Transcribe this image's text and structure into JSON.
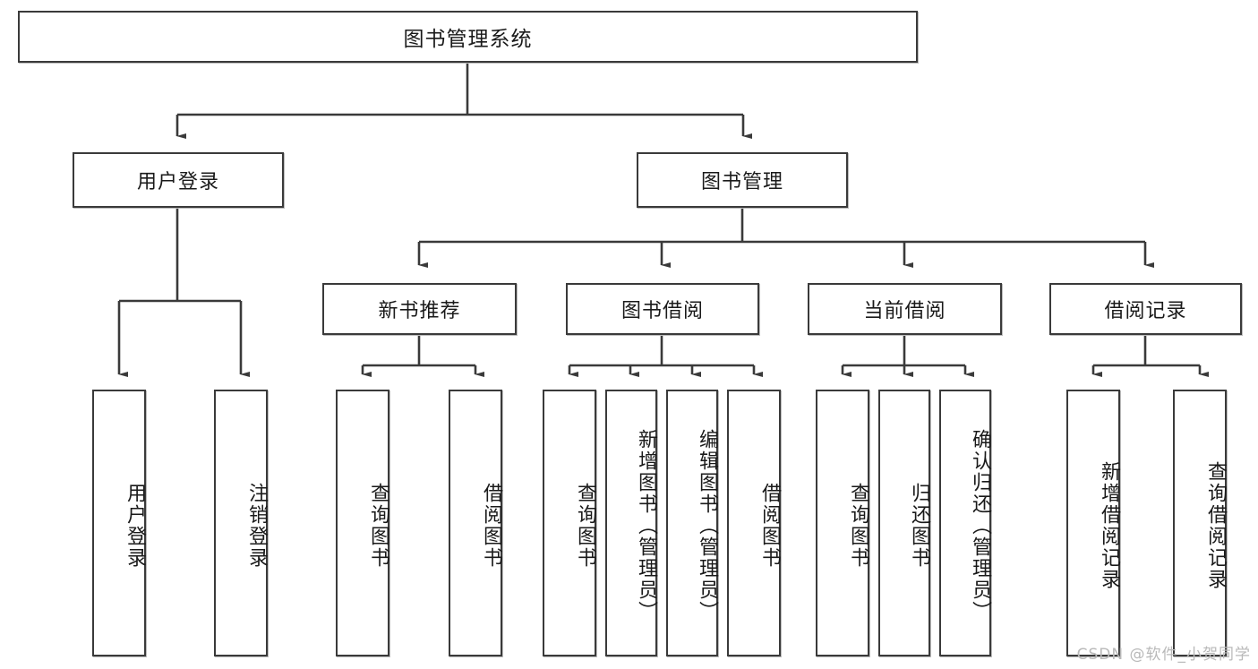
{
  "diagram": {
    "type": "tree-hierarchy-chart",
    "title": "图书管理系统",
    "orientation": "top-down",
    "levels": 4,
    "line_color": "#3a3a3a",
    "box_fill": "#ffffff",
    "text_color": "#1a1a1a"
  },
  "nodes": {
    "root": {
      "label": "图书管理系统",
      "level": 1
    },
    "level2": [
      {
        "id": "user-login",
        "label": "用户登录"
      },
      {
        "id": "book-manage",
        "label": "图书管理"
      }
    ],
    "level3": [
      {
        "id": "new-book-rec",
        "label": "新书推荐",
        "parent": "book-manage"
      },
      {
        "id": "book-borrow",
        "label": "图书借阅",
        "parent": "book-manage"
      },
      {
        "id": "current-borrow",
        "label": "当前借阅",
        "parent": "book-manage"
      },
      {
        "id": "borrow-record",
        "label": "借阅记录",
        "parent": "book-manage"
      }
    ],
    "leaves": [
      {
        "id": "leaf-user-login",
        "label": "用户登录",
        "parent": "user-login"
      },
      {
        "id": "leaf-logout-login",
        "label": "注销登录",
        "parent": "user-login"
      },
      {
        "id": "leaf-query-book-1",
        "label": "查询图书",
        "parent": "new-book-rec"
      },
      {
        "id": "leaf-borrow-book-1",
        "label": "借阅图书",
        "parent": "new-book-rec"
      },
      {
        "id": "leaf-query-book-2",
        "label": "查询图书",
        "parent": "book-borrow"
      },
      {
        "id": "leaf-add-book",
        "label": "新增图书（管理员）",
        "parent": "book-borrow"
      },
      {
        "id": "leaf-edit-book",
        "label": "编辑图书（管理员）",
        "parent": "book-borrow"
      },
      {
        "id": "leaf-borrow-book-2",
        "label": "借阅图书",
        "parent": "book-borrow"
      },
      {
        "id": "leaf-query-book-3",
        "label": "查询图书",
        "parent": "current-borrow"
      },
      {
        "id": "leaf-return-book",
        "label": "归还图书",
        "parent": "current-borrow"
      },
      {
        "id": "leaf-confirm-return",
        "label": "确认归还（管理员）",
        "parent": "current-borrow"
      },
      {
        "id": "leaf-add-record",
        "label": "新增借阅记录",
        "parent": "borrow-record"
      },
      {
        "id": "leaf-query-record",
        "label": "查询借阅记录",
        "parent": "borrow-record"
      }
    ]
  },
  "watermark": {
    "text": "CSDN @软件_小贺同学"
  }
}
